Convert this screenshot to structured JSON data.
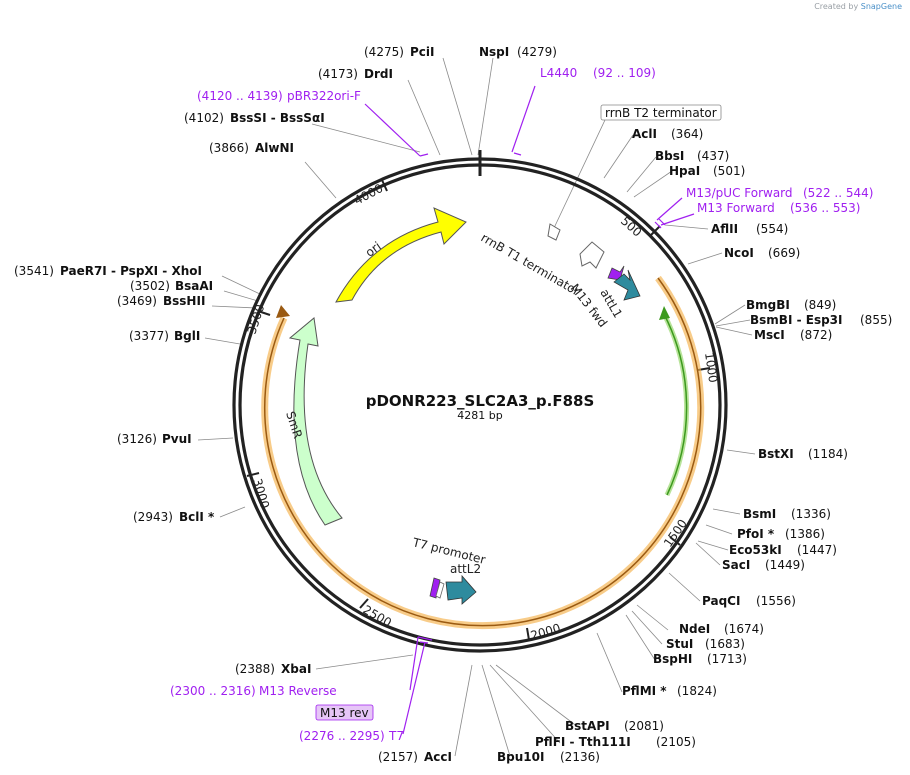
{
  "credit": {
    "text": "Created by",
    "brand": "SnapGene"
  },
  "plasmid": {
    "name": "pDONR223_SLC2A3_p.F88S",
    "length_label": "4281 bp"
  },
  "tick_labels": [
    "500",
    "1000",
    "1500",
    "2000",
    "2500",
    "3000",
    "3500",
    "4000"
  ],
  "feature_labels": {
    "rrnB_T1": "rrnB T1 terminator",
    "M13_fwd": "M13 fwd",
    "attL1": "attL1",
    "ori": "ori",
    "SmR": "SmR",
    "T7_promoter": "T7 promoter",
    "attL2": "attL2"
  },
  "sites": [
    {
      "name": "PciI",
      "pos": "(4275)"
    },
    {
      "name": "NspI",
      "pos": "(4279)"
    },
    {
      "name": "DrdI",
      "pos": "(4173)"
    },
    {
      "name": "BssSI - BssSαI",
      "pos": "(4102)"
    },
    {
      "name": "AlwNI",
      "pos": "(3866)"
    },
    {
      "name": "PaeR7I - PspXI - XhoI",
      "pos": "(3541)"
    },
    {
      "name": "BsaAI",
      "pos": "(3502)"
    },
    {
      "name": "BssHII",
      "pos": "(3469)"
    },
    {
      "name": "BglI",
      "pos": "(3377)"
    },
    {
      "name": "PvuI",
      "pos": "(3126)"
    },
    {
      "name": "BclI *",
      "pos": "(2943)"
    },
    {
      "name": "XbaI",
      "pos": "(2388)"
    },
    {
      "name": "AccI",
      "pos": "(2157)"
    },
    {
      "name": "Bpu10I",
      "pos": "(2136)"
    },
    {
      "name": "PflFI - Tth111I",
      "pos": "(2105)"
    },
    {
      "name": "BstAPI",
      "pos": "(2081)"
    },
    {
      "name": "PflMI *",
      "pos": "(1824)"
    },
    {
      "name": "BspHI",
      "pos": "(1713)"
    },
    {
      "name": "StuI",
      "pos": "(1683)"
    },
    {
      "name": "NdeI",
      "pos": "(1674)"
    },
    {
      "name": "PaqCI",
      "pos": "(1556)"
    },
    {
      "name": "SacI",
      "pos": "(1449)"
    },
    {
      "name": "Eco53kI",
      "pos": "(1447)"
    },
    {
      "name": "PfoI *",
      "pos": "(1386)"
    },
    {
      "name": "BsmI",
      "pos": "(1336)"
    },
    {
      "name": "BstXI",
      "pos": "(1184)"
    },
    {
      "name": "MscI",
      "pos": "(872)"
    },
    {
      "name": "BsmBI - Esp3I",
      "pos": "(855)"
    },
    {
      "name": "BmgBI",
      "pos": "(849)"
    },
    {
      "name": "NcoI",
      "pos": "(669)"
    },
    {
      "name": "AflII",
      "pos": "(554)"
    },
    {
      "name": "HpaI",
      "pos": "(501)"
    },
    {
      "name": "BbsI",
      "pos": "(437)"
    },
    {
      "name": "AclI",
      "pos": "(364)"
    }
  ],
  "primers": [
    {
      "name": "L4440",
      "range": "(92 .. 109)"
    },
    {
      "name": "pBR322ori-F",
      "range": "(4120 .. 4139)"
    },
    {
      "name": "M13/pUC Forward",
      "range": "(522 .. 544)"
    },
    {
      "name": "M13 Forward",
      "range": "(536 .. 553)"
    },
    {
      "name": "M13 Reverse",
      "range": "(2300 .. 2316)"
    },
    {
      "name": "T7",
      "range": "(2276 .. 2295)"
    }
  ],
  "boxed_labels": {
    "rrnB_T2": "rrnB T2 terminator",
    "M13_rev": "M13 rev"
  },
  "colors": {
    "backbone": "#222222",
    "ori": "#ffff00",
    "SmR": "#ccffcc",
    "primer": "#a020f0",
    "attL": "#2e8b9e",
    "orf_halo": "#f5b04a",
    "orf_green": "#3c9a1e",
    "terminator_fill": "#ffffff"
  }
}
